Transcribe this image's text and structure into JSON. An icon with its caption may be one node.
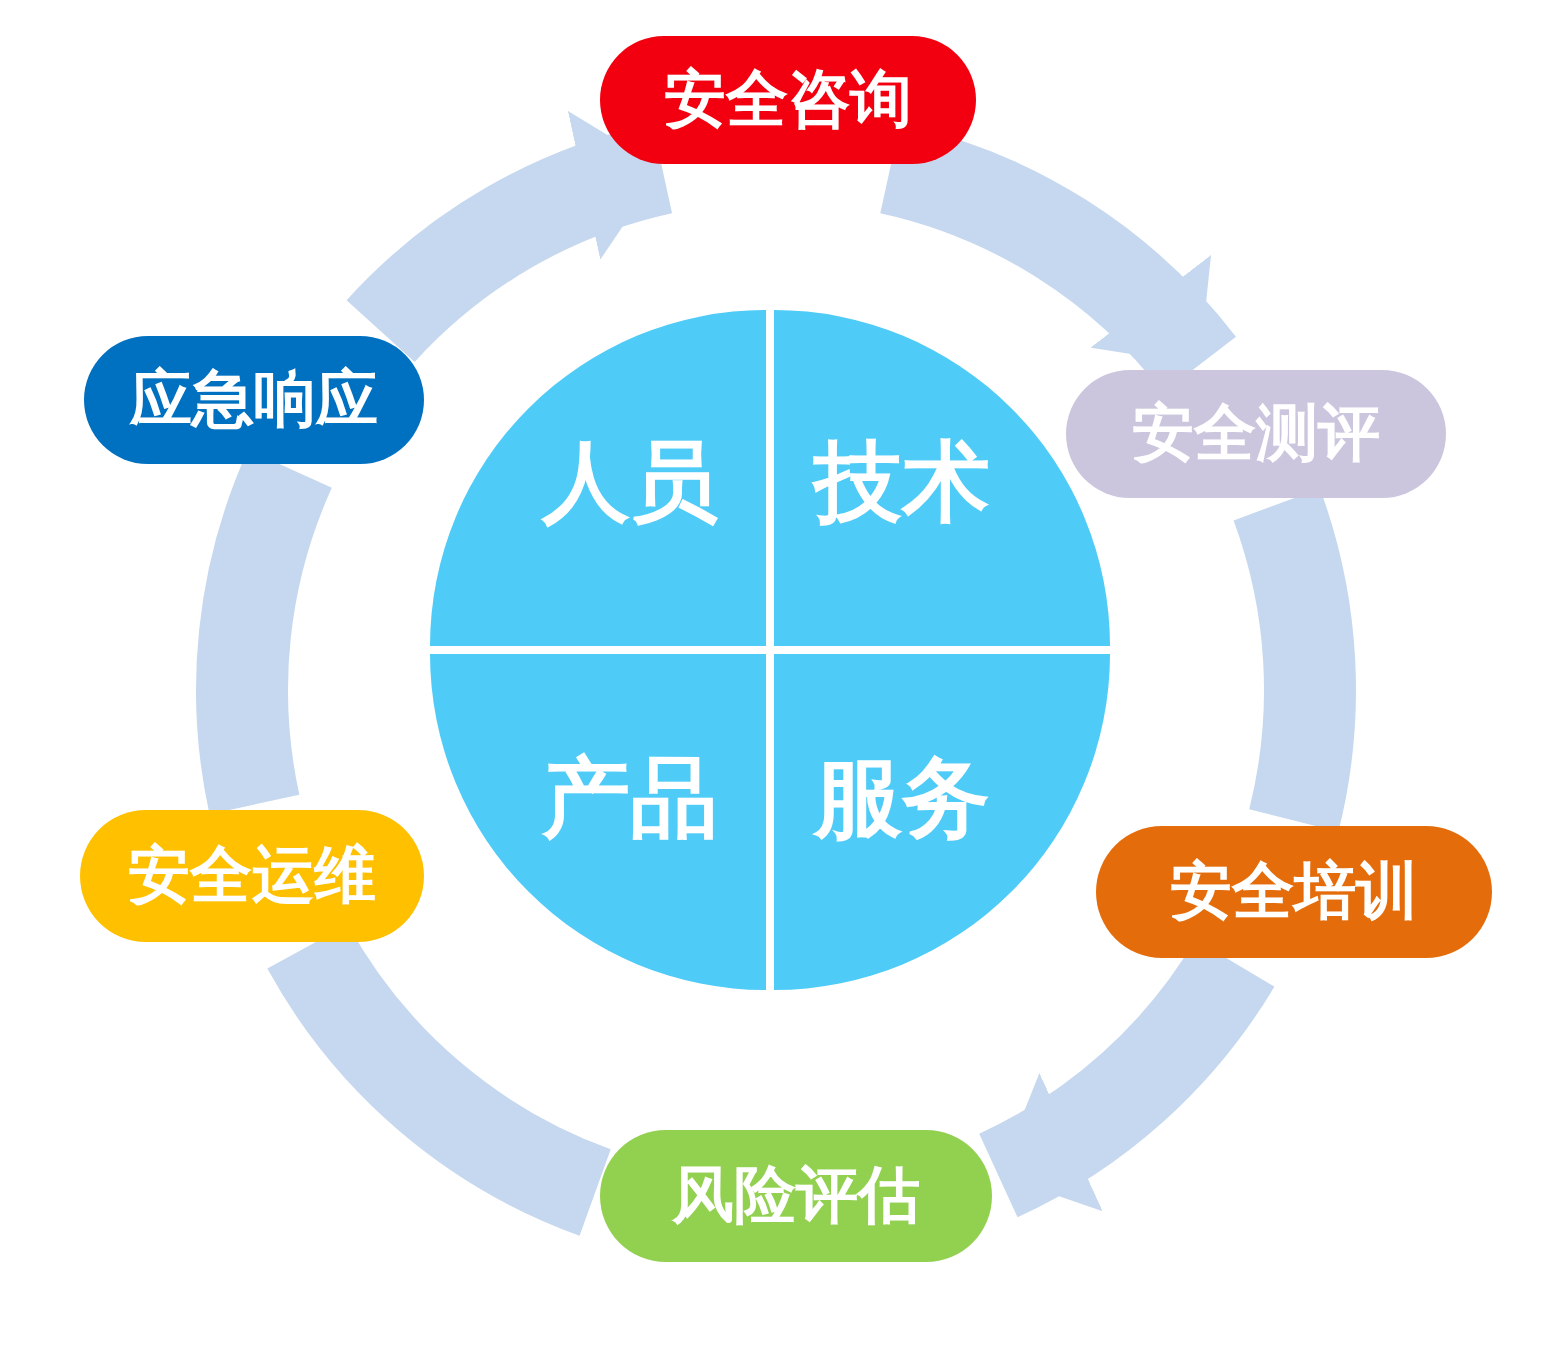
{
  "diagram": {
    "nodes": [
      {
        "text": [
          "安全咨询"
        ]
      },
      {
        "text": [
          "安全测评"
        ]
      },
      {
        "text": [
          "安全培训"
        ]
      },
      {
        "text": [
          "风险评估"
        ]
      },
      {
        "text": [
          "安全运维"
        ]
      },
      {
        "text": [
          "应急响应"
        ]
      },
      {
        "text": [
          "人员"
        ]
      },
      {
        "text": [
          "技术"
        ]
      },
      {
        "text": [
          "产品"
        ]
      },
      {
        "text": [
          "服务"
        ]
      }
    ],
    "edges": [
      {
        "from": 0,
        "to": 1,
        "arrow": "to"
      },
      {
        "from": 1,
        "to": 2,
        "arrow": "none"
      },
      {
        "from": 2,
        "to": 3,
        "arrow": "to"
      },
      {
        "from": 3,
        "to": 4,
        "arrow": "none"
      },
      {
        "from": 4,
        "to": 5,
        "arrow": "none"
      },
      {
        "from": 5,
        "to": 0,
        "arrow": "to"
      }
    ]
  }
}
